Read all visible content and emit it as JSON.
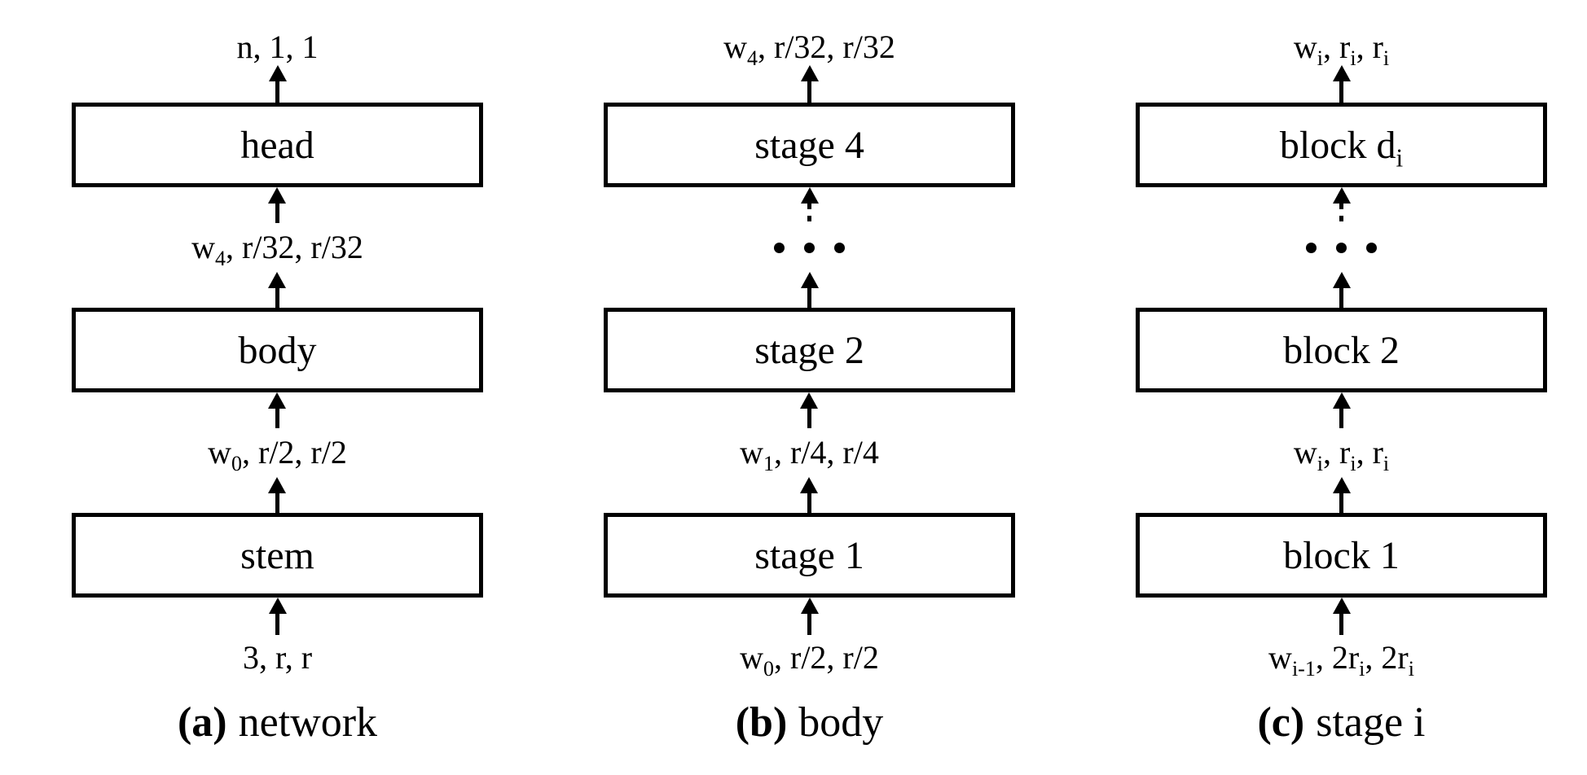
{
  "figure": {
    "icons": {
      "arrow-up-icon": "solid upward arrow (triangle head + solid tail)",
      "arrow-up-dashed-icon": "upward arrow with dashed tail (omitted stages)",
      "ellipsis-dots": "• • •"
    },
    "colors": {
      "foreground": "#000000",
      "background": "#ffffff"
    },
    "columns": [
      {
        "caption": {
          "index": "(a)",
          "name": "network"
        },
        "labels": {
          "output": [
            {
              "t": "n, 1, 1"
            }
          ],
          "upper": [
            {
              "t": "w"
            },
            {
              "t": "4",
              "sub": true
            },
            {
              "t": ", r/32, r/32"
            }
          ],
          "lower": [
            {
              "t": "w"
            },
            {
              "t": "0",
              "sub": true
            },
            {
              "t": ", r/2, r/2"
            }
          ],
          "input": [
            {
              "t": "3, r, r"
            }
          ]
        },
        "boxes": {
          "top": [
            {
              "t": "head"
            }
          ],
          "middle": [
            {
              "t": "body"
            }
          ],
          "bottom": [
            {
              "t": "stem"
            }
          ]
        }
      },
      {
        "caption": {
          "index": "(b)",
          "name": "body"
        },
        "labels": {
          "output": [
            {
              "t": "w"
            },
            {
              "t": "4",
              "sub": true
            },
            {
              "t": ", r/32, r/32"
            }
          ],
          "lower": [
            {
              "t": "w"
            },
            {
              "t": "1",
              "sub": true
            },
            {
              "t": ", r/4, r/4"
            }
          ],
          "input": [
            {
              "t": "w"
            },
            {
              "t": "0",
              "sub": true
            },
            {
              "t": ", r/2, r/2"
            }
          ]
        },
        "boxes": {
          "top": [
            {
              "t": "stage 4"
            }
          ],
          "middle": [
            {
              "t": "stage 2"
            }
          ],
          "bottom": [
            {
              "t": "stage 1"
            }
          ]
        }
      },
      {
        "caption": {
          "index": "(c)",
          "name": "stage i"
        },
        "labels": {
          "output": [
            {
              "t": "w"
            },
            {
              "t": "i",
              "sub": true
            },
            {
              "t": ", r"
            },
            {
              "t": "i",
              "sub": true
            },
            {
              "t": ", r"
            },
            {
              "t": "i",
              "sub": true
            }
          ],
          "lower": [
            {
              "t": "w"
            },
            {
              "t": "i",
              "sub": true
            },
            {
              "t": ", r"
            },
            {
              "t": "i",
              "sub": true
            },
            {
              "t": ", r"
            },
            {
              "t": "i",
              "sub": true
            }
          ],
          "input": [
            {
              "t": "w"
            },
            {
              "t": "i-1",
              "sub": true
            },
            {
              "t": ", 2r"
            },
            {
              "t": "i",
              "sub": true
            },
            {
              "t": ", 2r"
            },
            {
              "t": "i",
              "sub": true
            }
          ]
        },
        "boxes": {
          "top": [
            {
              "t": "block d"
            },
            {
              "t": "i",
              "sub": true
            }
          ],
          "middle": [
            {
              "t": "block 2"
            }
          ],
          "bottom": [
            {
              "t": "block 1"
            }
          ]
        }
      }
    ]
  }
}
